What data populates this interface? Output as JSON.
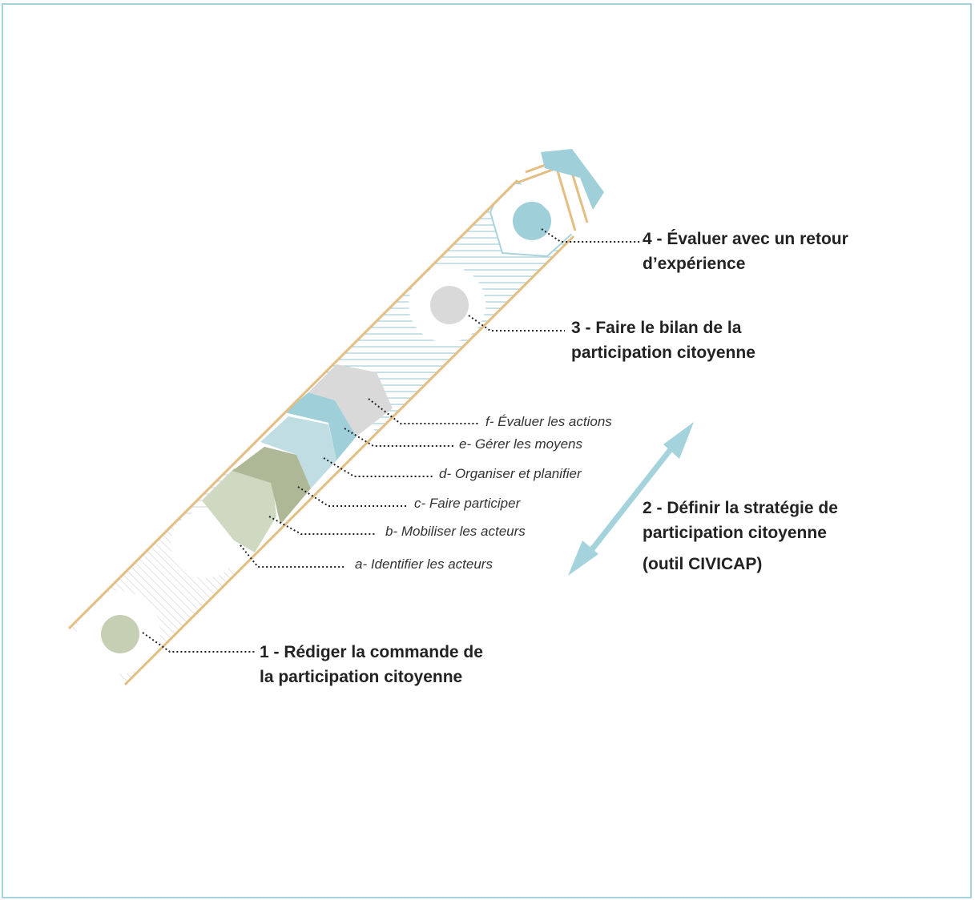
{
  "colors": {
    "frame": "#a5d3dd",
    "band": "#e4bd83",
    "teal": "#9fcfd9",
    "pale_teal": "#bfdde2",
    "light_green": "#cfd8c1",
    "olive": "#afb896",
    "grey": "#d9d9d9",
    "step1_dot": "#c5cfb4",
    "step3_dot": "#d9d9d9",
    "step4_dot": "#9fcfd9",
    "text": "#222222"
  },
  "steps": {
    "step1": {
      "line1": "1 - Rédiger la commande de",
      "line2": "la participation citoyenne"
    },
    "step2": {
      "line1": "2 - Définir la stratégie de",
      "line2": "participation citoyenne",
      "line3": "(outil CIVICAP)"
    },
    "step3": {
      "line1": "3 - Faire le bilan de la",
      "line2": "participation citoyenne"
    },
    "step4": {
      "line1": "4 - Évaluer avec un retour",
      "line2": "d’expérience"
    }
  },
  "substeps": {
    "a": "a- Identifier les acteurs",
    "b": "b- Mobiliser les acteurs",
    "c": "c- Faire participer",
    "d": "d- Organiser et planifier",
    "e": "e- Gérer les moyens",
    "f": "f- Évaluer les actions"
  }
}
